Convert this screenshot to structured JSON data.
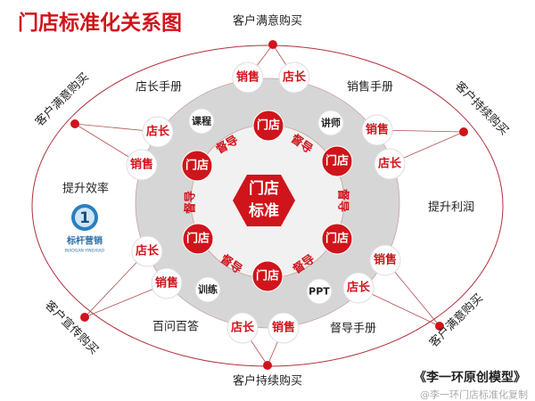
{
  "title": "门店标准化关系图",
  "center": {
    "line1": "门店",
    "line2": "标准"
  },
  "outer_labels": {
    "top": "客户满意购买",
    "top_left": "客户满意购买",
    "top_right": "客户持续购买",
    "bottom_left": "客户宣传购买",
    "bottom_right": "客户满意购买",
    "bottom": "客户持续购买"
  },
  "ring_labels": {
    "manager_manual": "店长手册",
    "sales_manual": "销售手册",
    "efficiency": "提升效率",
    "profit": "提升利润",
    "qa": "百问百答",
    "supervisor_manual": "督导手册"
  },
  "nodes": {
    "sales": "销售",
    "manager": "店长",
    "store": "门店",
    "supervisor": "督导"
  },
  "resources": {
    "course": "课程",
    "lecturer": "讲师",
    "training": "训练",
    "ppt": "PPT"
  },
  "logo": {
    "numeral": "1",
    "name": "标杆营销",
    "pinyin": "BIAOGAN YINGXIAO"
  },
  "footer": {
    "model": "《李一环原创模型》",
    "watermark": "@李一环门店标准化复制"
  },
  "colors": {
    "accent": "#d0141b",
    "ring": "#d6d6d6",
    "inner": "#f1f1f1"
  }
}
